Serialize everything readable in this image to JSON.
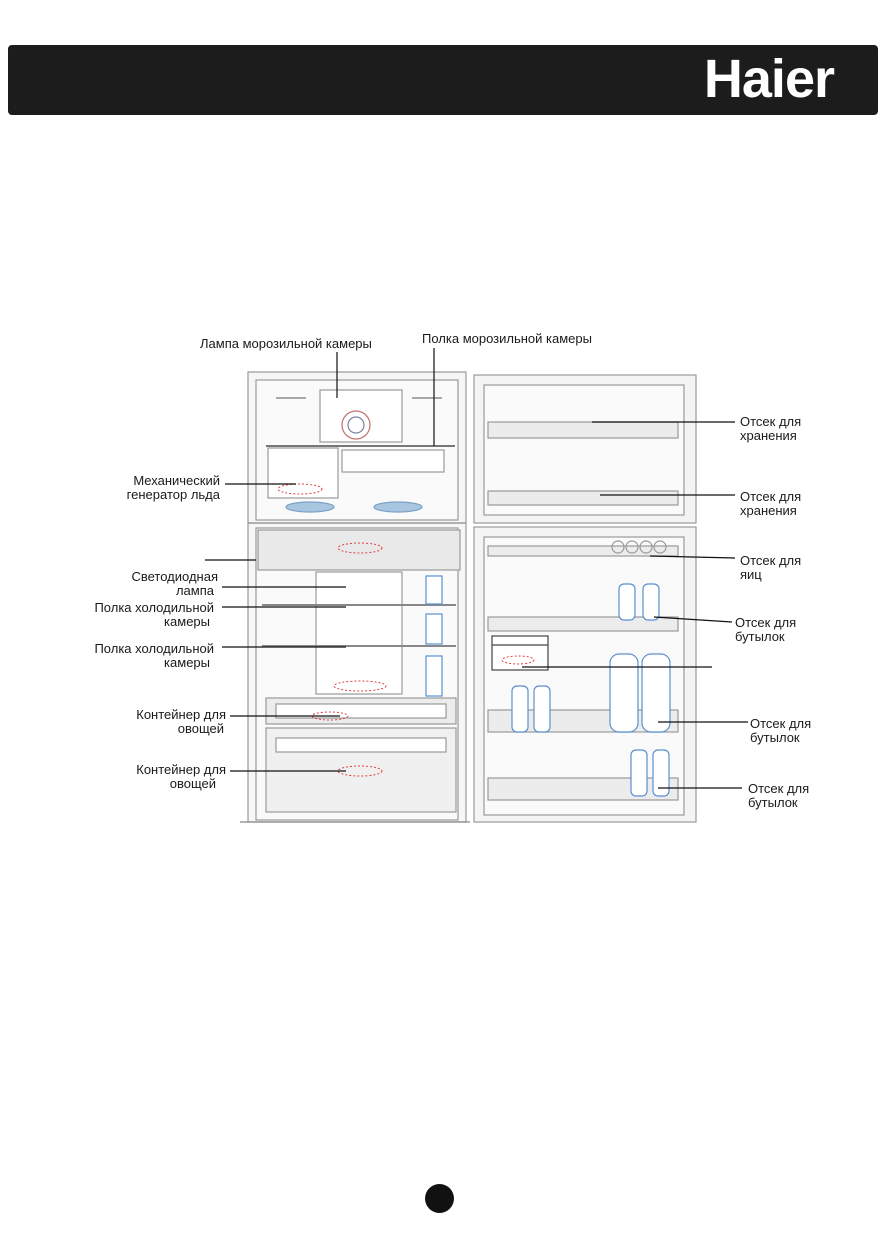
{
  "header": {
    "brand": "Haier"
  },
  "labels": {
    "freezer_lamp": "Лампа морозильной камеры",
    "freezer_shelf": "Полка морозильной камеры",
    "ice_maker_1": "Механический",
    "ice_maker_2": "генератор льда",
    "led_lamp_1": "Светодиодная",
    "led_lamp_2": "лампа",
    "fridge_shelf_a_1": "Полка холодильной",
    "fridge_shelf_a_2": "камеры",
    "fridge_shelf_b_1": "Полка холодильной",
    "fridge_shelf_b_2": "камеры",
    "veg_a_1": "Контейнер для",
    "veg_a_2": "овощей",
    "veg_b_1": "Контейнер для",
    "veg_b_2": "овощей",
    "storage_a_1": "Отсек для",
    "storage_a_2": "хранения",
    "storage_b_1": "Отсек для",
    "storage_b_2": "хранения",
    "eggs_1": "Отсек для",
    "eggs_2": "яиц",
    "bottles_a_1": "Отсек для",
    "bottles_a_2": "бутылок",
    "bottles_b_1": "Отсек для",
    "bottles_b_2": "бутылок",
    "bottles_c_1": "Отсек для",
    "bottles_c_2": "бутылок"
  },
  "colors": {
    "header_bg": "#1c1c1c",
    "outline": "#9a9a9a",
    "accent_red": "#e04040",
    "bottle_blue": "#5a8fd0"
  }
}
